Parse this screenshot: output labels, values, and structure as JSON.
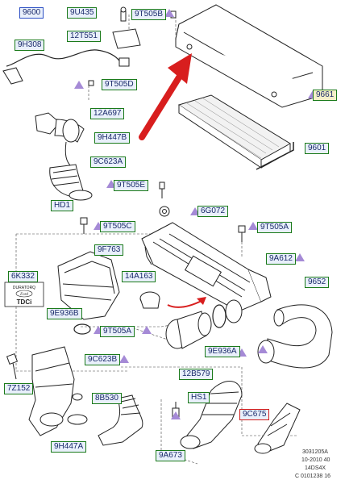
{
  "part_labels": [
    {
      "id": "9600",
      "text": "9600"
    },
    {
      "id": "9u435",
      "text": "9U435"
    },
    {
      "id": "9t505b",
      "text": "9T505B"
    },
    {
      "id": "12t551",
      "text": "12T551"
    },
    {
      "id": "9h308",
      "text": "9H308"
    },
    {
      "id": "9t505d",
      "text": "9T505D"
    },
    {
      "id": "9661",
      "text": "9661"
    },
    {
      "id": "12a697",
      "text": "12A697"
    },
    {
      "id": "9h447b",
      "text": "9H447B"
    },
    {
      "id": "9601",
      "text": "9601"
    },
    {
      "id": "9c623a",
      "text": "9C623A"
    },
    {
      "id": "9t505e",
      "text": "9T505E"
    },
    {
      "id": "hd1",
      "text": "HD1"
    },
    {
      "id": "6g072",
      "text": "6G072"
    },
    {
      "id": "9t505c",
      "text": "9T505C"
    },
    {
      "id": "9t505a_top",
      "text": "9T505A"
    },
    {
      "id": "9f763",
      "text": "9F763"
    },
    {
      "id": "9a612",
      "text": "9A612"
    },
    {
      "id": "6k332",
      "text": "6K332"
    },
    {
      "id": "14a163",
      "text": "14A163"
    },
    {
      "id": "9652",
      "text": "9652"
    },
    {
      "id": "9e936b",
      "text": "9E936B"
    },
    {
      "id": "9t505a_mid",
      "text": "9T505A"
    },
    {
      "id": "9e936a",
      "text": "9E936A"
    },
    {
      "id": "9c623b",
      "text": "9C623B"
    },
    {
      "id": "12b579",
      "text": "12B579"
    },
    {
      "id": "7z152",
      "text": "7Z152"
    },
    {
      "id": "8b530",
      "text": "8B530"
    },
    {
      "id": "hs1",
      "text": "HS1"
    },
    {
      "id": "9c675",
      "text": "9C675"
    },
    {
      "id": "9h447a",
      "text": "9H447A"
    },
    {
      "id": "9a673",
      "text": "9A673"
    }
  ],
  "reference_text": [
    "3031205A",
    "10-2010 40",
    "14DS4X",
    "C 0101238 16"
  ],
  "engine_badge": [
    "DURATORQ",
    "Ford",
    "TDCi"
  ],
  "colors": {
    "label_fill": "#e9f0fb",
    "label_border_green": "#1a7a1a",
    "label_border_blue": "#2c4fc4",
    "label_border_red": "#d21e1e",
    "arrow": "#d81e1e",
    "hint_marker": "#a58ad6",
    "line": "#222222"
  }
}
